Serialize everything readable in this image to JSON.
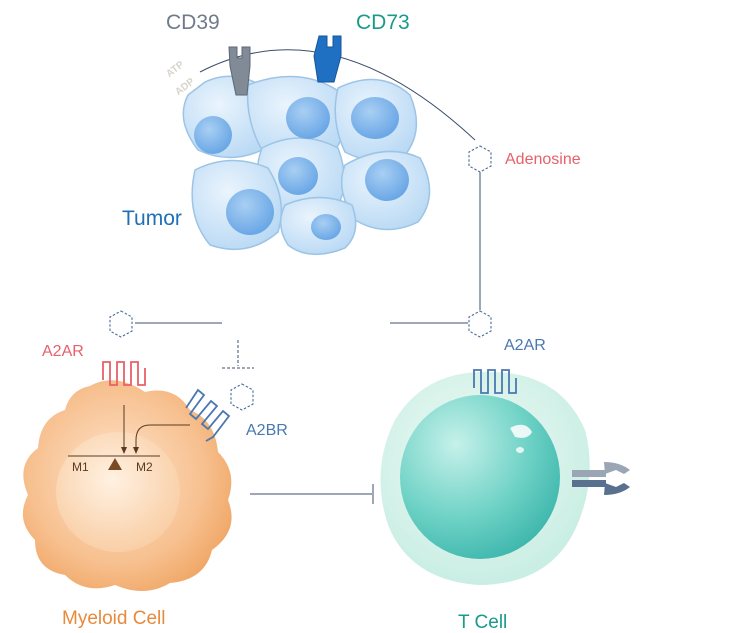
{
  "colors": {
    "cd39": "#6f7b88",
    "cd73": "#1a9b8a",
    "adenosine": "#e8606a",
    "tumor": "#1f6fb8",
    "a2ar_myeloid": "#e8606a",
    "receptor_blue": "#4a78b0",
    "myeloid": "#e88a3c",
    "tcell": "#1a9b8a",
    "line": "#3b4f6b"
  },
  "labels": {
    "cd39": "CD39",
    "cd73": "CD73",
    "atp": "ATP",
    "adp": "ADP",
    "adenosine": "Adenosine",
    "tumor": "Tumor",
    "a2ar_myeloid": "A2AR",
    "a2br": "A2BR",
    "a2ar_tcell": "A2AR",
    "m1": "M1",
    "m2": "M2",
    "myeloid_cell": "Myeloid Cell",
    "t_cell": "T Cell"
  },
  "icons": [
    "adenosine-hexagon-icon",
    "gpcr-receptor-icon",
    "tcr-receptor-icon",
    "ectoenzyme-icon",
    "balance-triangle-icon"
  ]
}
